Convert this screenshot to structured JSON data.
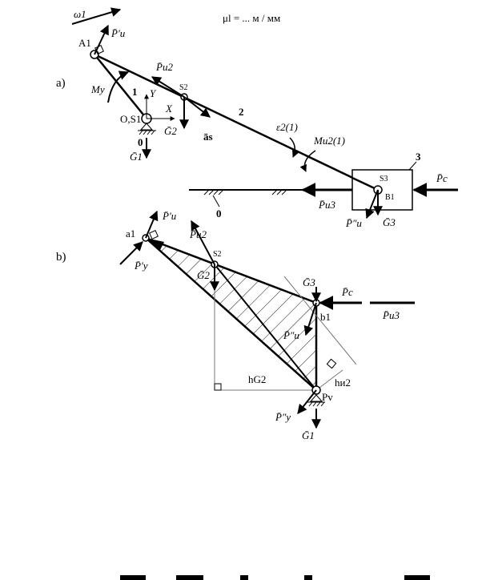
{
  "header": {
    "scale_label": "μl = ... м / мм"
  },
  "part_a": {
    "title": "a)",
    "omega": "ω1",
    "A1": "A1",
    "O": "O,S1",
    "S2": "S2",
    "S3": "S3",
    "B1": "B1",
    "Y": "Y",
    "X": "X",
    "n1": "1",
    "n2": "2",
    "n3": "3",
    "n0_left": "0",
    "n0_ground": "0",
    "My": "My",
    "Pi_prime": "P̄′и",
    "Pi2": "P̄и2",
    "G2": "Ḡ2",
    "aS": "ās",
    "G1": "Ḡ1",
    "eps2": "ε2(1)",
    "Mi2": "Mи2(1)",
    "Pc": "P̄c",
    "Pi3": "P̄и3",
    "Pi_dprime": "P̄″и",
    "G3": "Ḡ3"
  },
  "part_b": {
    "title": "b)",
    "a1": "a1",
    "S2": "S2",
    "b1": "b1",
    "Pv": "Pv",
    "Pi_prime": "P̄′и",
    "Py_prime": "P̄′y",
    "Pi2": "P̄и2",
    "G2": "Ḡ2",
    "G3": "Ḡ3",
    "Pc": "P̄c",
    "Pi3": "P̄и3",
    "Pi_dprime": "P̄″и",
    "hG2": "hG2",
    "hi2": "hи2",
    "Py_dprime": "P̄″y",
    "G1": "Ḡ1"
  }
}
